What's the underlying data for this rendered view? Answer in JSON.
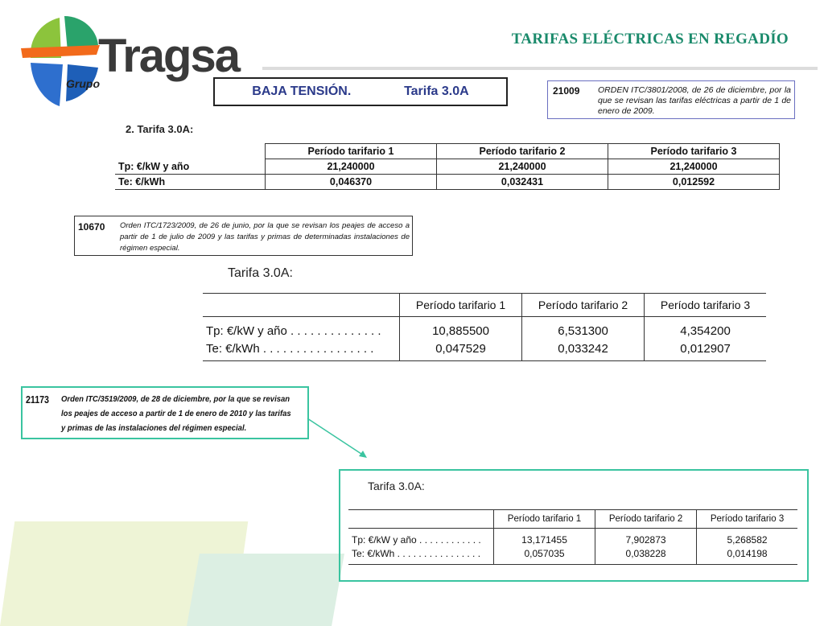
{
  "header": {
    "logo_word": "Tragsa",
    "logo_sub": "Grupo",
    "title": "TARIFAS ELÉCTRICAS EN REGADÍO",
    "colors": {
      "accent_green": "#1a8a6b",
      "box_border_green": "#3ac4a0",
      "box_border_blue": "#6a6fc0",
      "heading_blue": "#2b3a8a"
    }
  },
  "baja_tension": {
    "part1": "BAJA TENSIÓN.",
    "part2": "Tarifa 3.0A"
  },
  "orden_21009": {
    "number": "21009",
    "text": "ORDEN ITC/3801/2008, de 26 de diciembre, por la que se revisan las tarifas eléctricas a partir de 1 de enero de 2009."
  },
  "table_2009": {
    "section": "2.   Tarifa 3.0A:",
    "headers": [
      "Período tarifario 1",
      "Período tarifario 2",
      "Período tarifario 3"
    ],
    "rows": [
      {
        "label": "Tp: €/kW y año",
        "values": [
          "21,240000",
          "21,240000",
          "21,240000"
        ]
      },
      {
        "label": "Te: €/kWh",
        "values": [
          "0,046370",
          "0,032431",
          "0,012592"
        ]
      }
    ]
  },
  "orden_10670": {
    "number": "10670",
    "text": "Orden ITC/1723/2009, de 26 de junio, por la que se revisan los peajes de acceso a partir de 1 de julio de 2009 y las tarifas y primas de determinadas instalaciones de régimen especial."
  },
  "table_jul2009": {
    "title": "Tarifa 3.0A:",
    "headers": [
      "Período tarifario 1",
      "Período tarifario 2",
      "Período tarifario 3"
    ],
    "rows": [
      {
        "label": "Tp: €/kW y año . . . . . . . . . . . . . .",
        "values": [
          "10,885500",
          "6,531300",
          "4,354200"
        ]
      },
      {
        "label": "Te: €/kWh . . . . . . . . . . . . . . . . .",
        "values": [
          "0,047529",
          "0,033242",
          "0,012907"
        ]
      }
    ]
  },
  "orden_21173": {
    "number": "21173",
    "text": "Orden ITC/3519/2009, de 28 de diciembre, por la que se revisan los peajes de acceso a partir de 1 de enero de 2010 y las tarifas y primas de las instalaciones del régimen especial."
  },
  "table_2010": {
    "title": "Tarifa 3.0A:",
    "headers": [
      "Período tarifario 1",
      "Período tarifario 2",
      "Período tarifario 3"
    ],
    "rows": [
      {
        "label": "Tp: €/kW y año . . . . . . . . . . . .",
        "values": [
          "13,171455",
          "7,902873",
          "5,268582"
        ]
      },
      {
        "label": "Te: €/kWh . . . . . . . . . . . . . . . .",
        "values": [
          "0,057035",
          "0,038228",
          "0,014198"
        ]
      }
    ]
  }
}
